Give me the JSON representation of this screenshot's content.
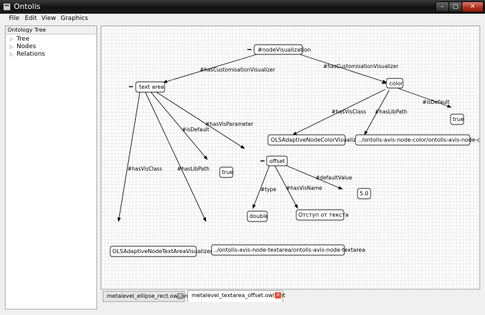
{
  "window": {
    "title": "Ontolis",
    "minimize_glyph": "–",
    "maximize_glyph": "▢",
    "close_glyph": "✕"
  },
  "menu": [
    "File",
    "Edit",
    "View",
    "Graphics"
  ],
  "sidebar": {
    "title": "Ontology Tree",
    "items": [
      "Tree",
      "Nodes",
      "Relations"
    ]
  },
  "graph": {
    "nodes": {
      "nodeVis": "#nodeVisualization",
      "textArea": "text area",
      "color": "color",
      "trueColor": "true",
      "olsColor": "OLSAdaptiveNodeColorVisualizer",
      "libColor": "../ontolis-avis-node-color/ontolis-avis-node-color",
      "trueText": "true",
      "offset": "offset",
      "fiveZero": "5.0",
      "double": "double",
      "otstup": "Отступ от текста",
      "olsText": "OLSAdaptiveNodeTextAreaVisualizer",
      "libText": "../ontolis-avis-node-textarea/ontolis-avis-node-textarea"
    },
    "edges": {
      "nv_ta": "#hasCustomisationVisualizer",
      "nv_co": "#hasCustomisationVisualizer",
      "co_true": "#isDefault",
      "co_ols": "#hasVisClass",
      "co_lib": "#hasLibPath",
      "ta_ols": "#hasVisClass",
      "ta_lib": "#hasLibPath",
      "ta_true": "#isDefault",
      "ta_off": "#hasVisParameter",
      "off_type": "#type",
      "off_name": "#hasVisName",
      "off_def": "#defaultValue"
    }
  },
  "tabs": [
    {
      "label": "metalevel_ellipse_rect.owl.ont",
      "active": false,
      "close_color": "#9a9a9a"
    },
    {
      "label": "metalevel_textarea_offset.owl.ont",
      "active": true,
      "close_color": "#e05030"
    }
  ]
}
